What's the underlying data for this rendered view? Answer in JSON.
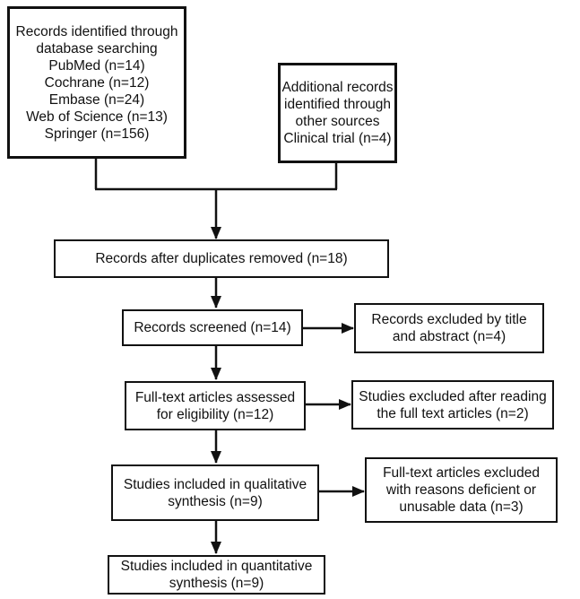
{
  "boxes": {
    "db_search": [
      "Records identified through",
      "database searching",
      "PubMed (n=14)",
      "Cochrane (n=12)",
      "Embase (n=24)",
      "Web of Science (n=13)",
      "Springer (n=156)"
    ],
    "other_sources": [
      "Additional records",
      "identified through",
      "other sources",
      "Clinical trial (n=4)"
    ],
    "duplicates_removed": [
      "Records after duplicates removed (n=18)"
    ],
    "screened": [
      "Records screened (n=14)"
    ],
    "excluded_title_abstract": [
      "Records excluded by title",
      "and abstract (n=4)"
    ],
    "full_text_assessed": [
      "Full-text articles assessed",
      "for eligibility (n=12)"
    ],
    "excluded_full_text": [
      "Studies excluded after reading",
      "the full text articles (n=2)"
    ],
    "qualitative": [
      "Studies included in qualitative",
      "synthesis (n=9)"
    ],
    "excluded_deficient": [
      "Full-text articles excluded",
      "with reasons deficient or",
      "unusable data (n=3)"
    ],
    "quantitative": [
      "Studies included in quantitative",
      "synthesis (n=9)"
    ]
  },
  "colors": {
    "stroke": "#111111",
    "background": "#ffffff"
  }
}
